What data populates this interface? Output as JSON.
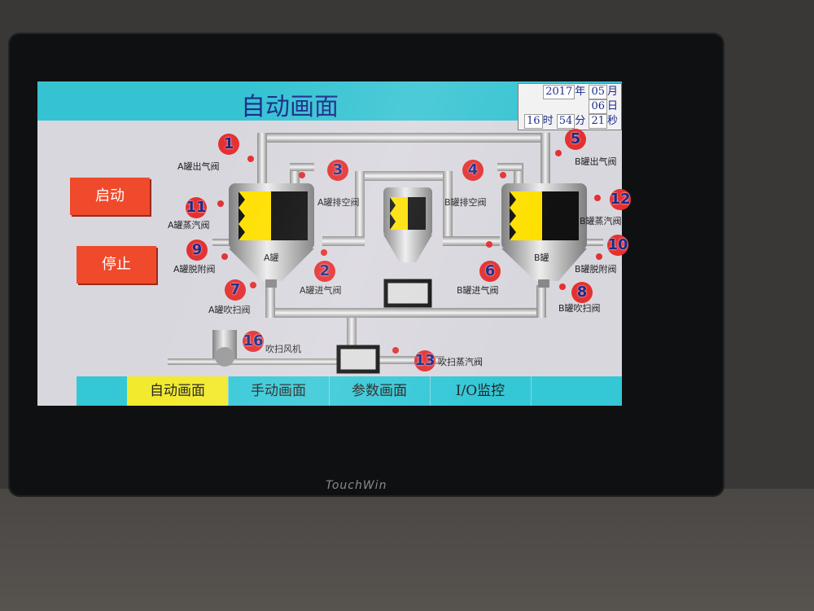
{
  "title": "自动画面",
  "clock": {
    "year": "2017",
    "month": "05",
    "day": "06",
    "hour": "16",
    "minute": "54",
    "second": "21",
    "y_unit": "年",
    "mo_unit": "月",
    "d_unit": "日",
    "h_unit": "时",
    "mi_unit": "分",
    "s_unit": "秒"
  },
  "buttons": {
    "start": "启动",
    "stop": "停止"
  },
  "nav": {
    "tabs": [
      {
        "label": "自动画面"
      },
      {
        "label": "手动画面"
      },
      {
        "label": "参数画面"
      },
      {
        "label": "I/O监控"
      }
    ]
  },
  "brand": "TouchWin",
  "labels": {
    "a_out": "A罐出气阀",
    "a_exhaust": "A罐排空阀",
    "a_steam": "A罐蒸汽阀",
    "a_tank": "A罐",
    "a_desorb": "A罐脱附阀",
    "a_in": "A罐进气阀",
    "a_purge": "A罐吹扫阀",
    "b_out": "B罐出气阀",
    "b_exhaust": "B罐排空阀",
    "b_steam": "B罐蒸汽阀",
    "b_tank": "B罐",
    "b_desorb": "B罐脱附阀",
    "b_in": "B罐进气阀",
    "b_purge": "B罐吹扫阀",
    "fan": "吹扫风机",
    "purge_steam": "吹扫蒸汽阀"
  },
  "valve_numbers": [
    "1",
    "2",
    "3",
    "4",
    "5",
    "6",
    "7",
    "8",
    "9",
    "10",
    "11",
    "12",
    "13",
    "16"
  ],
  "colors": {
    "title_bar": "#35c3d2",
    "button": "#ee4a2b",
    "active_tab": "#f2ea2c",
    "tank_fill": "#ffe000",
    "valve": "#e43030",
    "number": "#1b2a8a"
  }
}
